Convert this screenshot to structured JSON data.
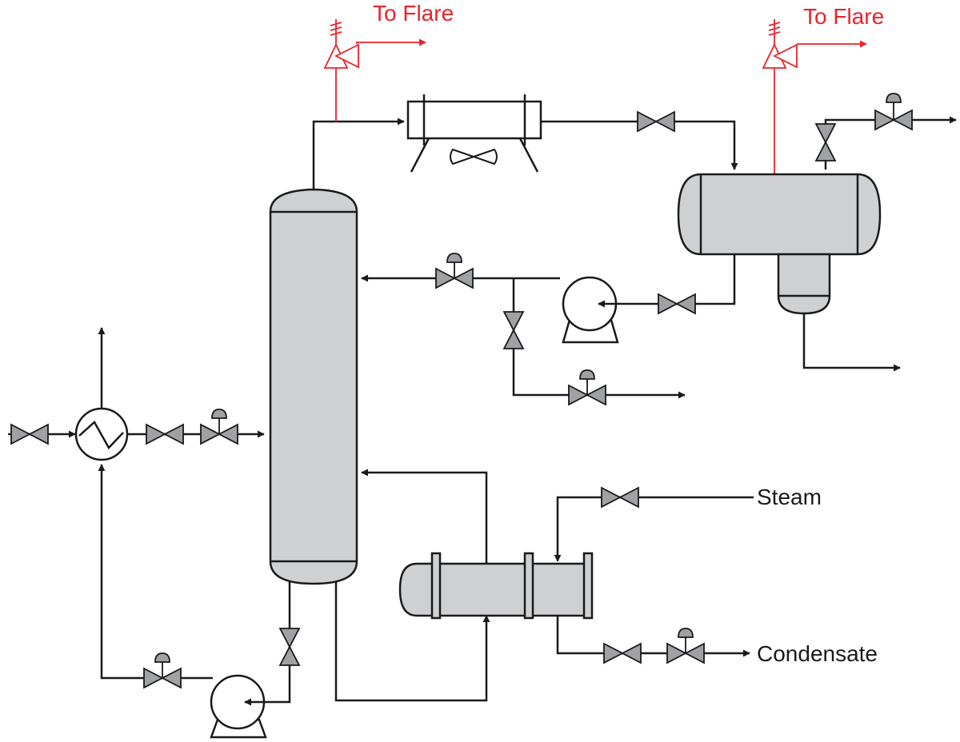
{
  "labels": {
    "flare_left": "To Flare",
    "flare_right": "To Flare",
    "steam": "Steam",
    "condensate": "Condensate"
  },
  "colors": {
    "line": "#1a1a1a",
    "fill": "#cfd0d2",
    "flare": "#e8242c",
    "background": "#ffffff"
  },
  "icons": [
    "gate-valve-icon",
    "control-valve-icon",
    "pump-icon",
    "heat-exchanger-icon",
    "relief-valve-icon",
    "fan-icon"
  ]
}
